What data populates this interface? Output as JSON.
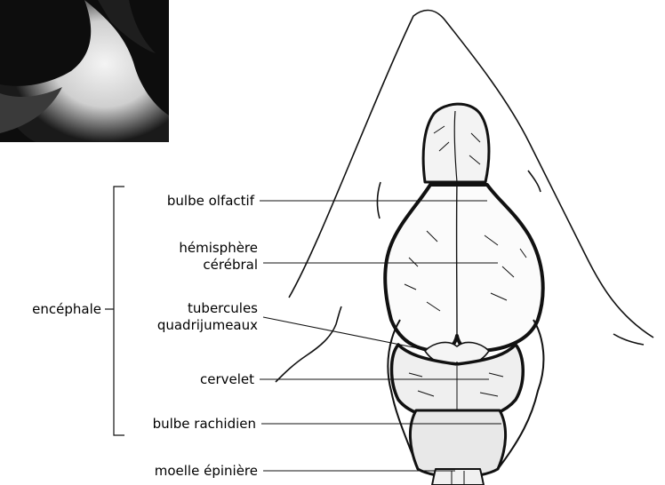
{
  "group_label": "encéphale",
  "labels": {
    "olfactory": "bulbe olfactif",
    "hemisphere_1": "hémisphère",
    "hemisphere_2": "cérébral",
    "colliculi_1": "tubercules",
    "colliculi_2": "quadrijumeaux",
    "cerebellum": "cervelet",
    "medulla": "bulbe rachidien",
    "spinal_cord": "moelle épinière"
  }
}
